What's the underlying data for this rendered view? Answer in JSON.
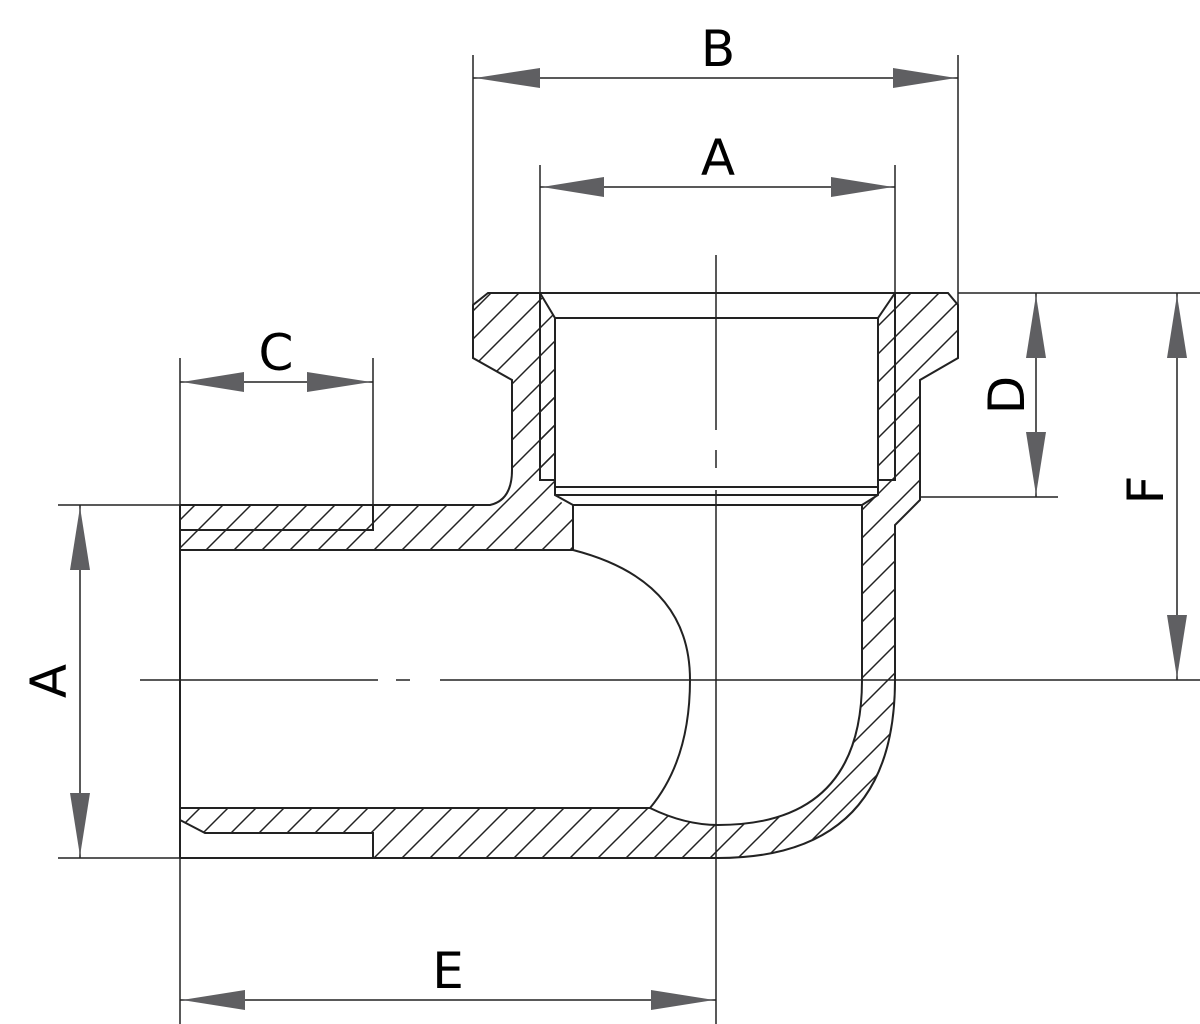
{
  "colors": {
    "line": "#222222",
    "arrow": "#5f5f62",
    "background": "#ffffff"
  },
  "labels": {
    "top_outer_width": "B",
    "top_inner_width": "A",
    "left_depth": "C",
    "left_height": "A",
    "right_depth": "D",
    "right_height": "F",
    "bottom_length": "E"
  }
}
